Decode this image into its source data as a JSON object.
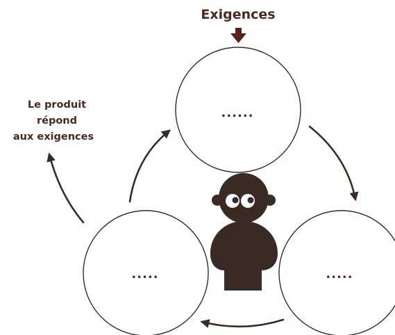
{
  "diagram": {
    "title": "Exigences",
    "side_label": [
      "Le produit",
      "répond",
      "aux exigences"
    ],
    "nodes": [
      {
        "id": "top",
        "text": "......"
      },
      {
        "id": "left",
        "text": "....."
      },
      {
        "id": "right",
        "text": "....."
      }
    ]
  },
  "colors": {
    "text": "#4a2a1e",
    "dots": "#5a1f2a",
    "figure": "#3a2a24",
    "arrow": "#3a2a24",
    "input_arrow": "#5a1f1a"
  },
  "icons": {
    "input": "down-arrow-icon",
    "figure": "person-thinking-icon"
  }
}
